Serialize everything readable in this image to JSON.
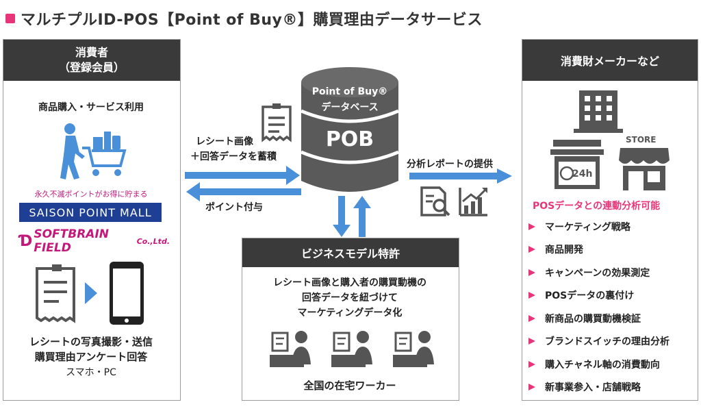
{
  "title": "マルチプルID-POS【Point of Buy®】購買理由データサービス",
  "consumer": {
    "heading_line1": "消費者",
    "heading_line2": "（登録会員）",
    "purchase_label": "商品購入・サービス利用",
    "points_tagline": "永久不滅ポイントがお得に貯まる",
    "saison_logo": "SAISON POINT MALL",
    "softbrain_logo": "SOFTBRAIN FIELD",
    "softbrain_suffix": "Co.,Ltd.",
    "photo_line1": "レシートの写真撮影・送信",
    "photo_line2": "購買理由アンケート回答",
    "devices": "スマホ・PC"
  },
  "flows": {
    "receipt_line1": "レシート画像",
    "receipt_line2": "＋回答データを蓄積",
    "points_grant": "ポイント付与",
    "report": "分析レポートの提供"
  },
  "database": {
    "label_line1": "Point of Buy®",
    "label_line2": "データベース",
    "abbr": "POB"
  },
  "patent": {
    "heading": "ビジネスモデル特許",
    "desc_line1": "レシート画像と購入者の購買動機の",
    "desc_line2": "回答データを紐づけて",
    "desc_line3": "マーケティングデータ化",
    "workers": "全国の在宅ワーカー"
  },
  "maker": {
    "heading": "消費財メーカーなど",
    "store_sign": "STORE",
    "conv_sign": "24h",
    "highlight": "POSデータとの連動分析可能",
    "items": [
      "マーケティング戦略",
      "商品開発",
      "キャンペーンの効果測定",
      "POSデータの裏付け",
      "新商品の購買動機検証",
      "ブランドスイッチの理由分析",
      "購入チャネル軸の消費動向",
      "新事業参入・店舗戦略"
    ]
  },
  "colors": {
    "accent": "#e8357a",
    "arrow_blue": "#4a90d9",
    "dark": "#3a3a3a",
    "saison_blue": "#1e3f93",
    "icon_gray": "#555555"
  }
}
